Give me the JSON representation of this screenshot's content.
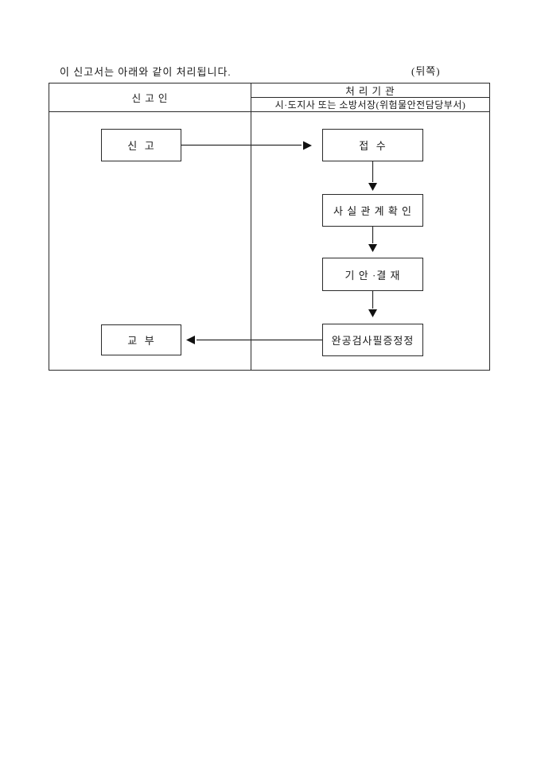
{
  "page": {
    "intro_text": "이 신고서는 아래와 같이 처리됩니다.",
    "back_label": "(뒤쪽)",
    "background_color": "#ffffff",
    "ink_color": "#1a1a1a"
  },
  "table": {
    "applicant_header": "신 고 인",
    "agency_header": "처 리 기 관",
    "agency_subheader": "시·도지사 또는 소방서장(위험물안전담당부서)"
  },
  "flowchart": {
    "boxes": [
      {
        "name": "report",
        "label": "신  고"
      },
      {
        "name": "receipt",
        "label": "접  수"
      },
      {
        "name": "fact-check",
        "label": "사 실 관 계 확 인"
      },
      {
        "name": "draft-approval",
        "label": "기 안 ·결 재"
      },
      {
        "name": "certificate-correction",
        "label": "완공검사필증정정"
      },
      {
        "name": "issuance",
        "label": "교  부"
      }
    ],
    "arrows": [
      {
        "from": "report",
        "to": "receipt",
        "direction": "right"
      },
      {
        "from": "receipt",
        "to": "fact-check",
        "direction": "down"
      },
      {
        "from": "fact-check",
        "to": "draft-approval",
        "direction": "down"
      },
      {
        "from": "draft-approval",
        "to": "certificate-correction",
        "direction": "down"
      },
      {
        "from": "certificate-correction",
        "to": "issuance",
        "direction": "left"
      }
    ]
  }
}
